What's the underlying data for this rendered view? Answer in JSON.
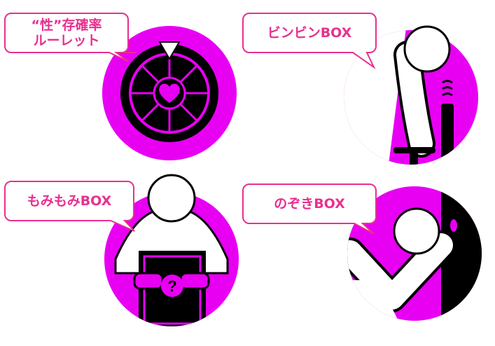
{
  "colors": {
    "accent": "#e800f3",
    "label_text": "#e8308f",
    "label_border": "#e8308f",
    "ink": "#000000",
    "white": "#ffffff"
  },
  "items": [
    {
      "id": "roulette",
      "label_line1": "“性”存確率",
      "label_line2": "ルーレット",
      "icon": "roulette-wheel-icon"
    },
    {
      "id": "binbin",
      "label_line1": "ビンビンBOX",
      "icon": "binbin-box-icon"
    },
    {
      "id": "momimomi",
      "label_line1": "もみもみBOX",
      "icon": "mystery-box-icon"
    },
    {
      "id": "nozoki",
      "label_line1": "のぞきBOX",
      "icon": "peeking-box-icon"
    }
  ]
}
